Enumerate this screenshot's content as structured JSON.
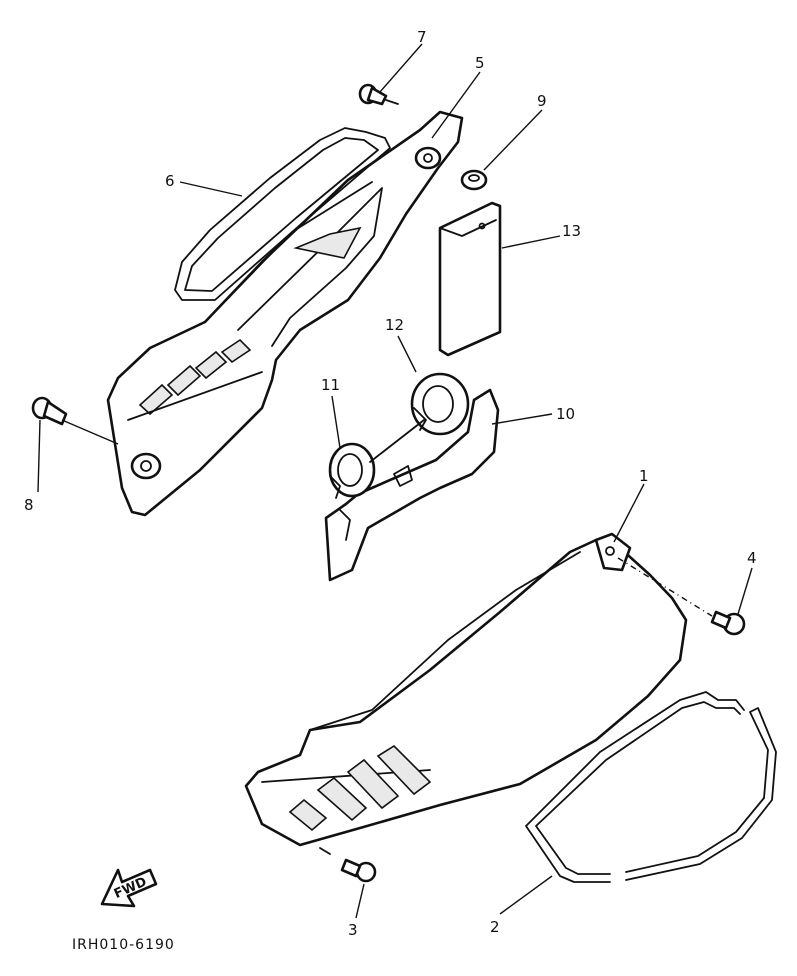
{
  "callouts": {
    "c1": "1",
    "c2": "2",
    "c3": "3",
    "c4": "4",
    "c5": "5",
    "c6": "6",
    "c7": "7",
    "c8": "8",
    "c9": "9",
    "c10": "10",
    "c11": "11",
    "c12": "12",
    "c13": "13"
  },
  "fwd_label": "FWD",
  "drawing_code": "IRH010-6190",
  "colors": {
    "line": "#111111",
    "background": "#ffffff"
  }
}
